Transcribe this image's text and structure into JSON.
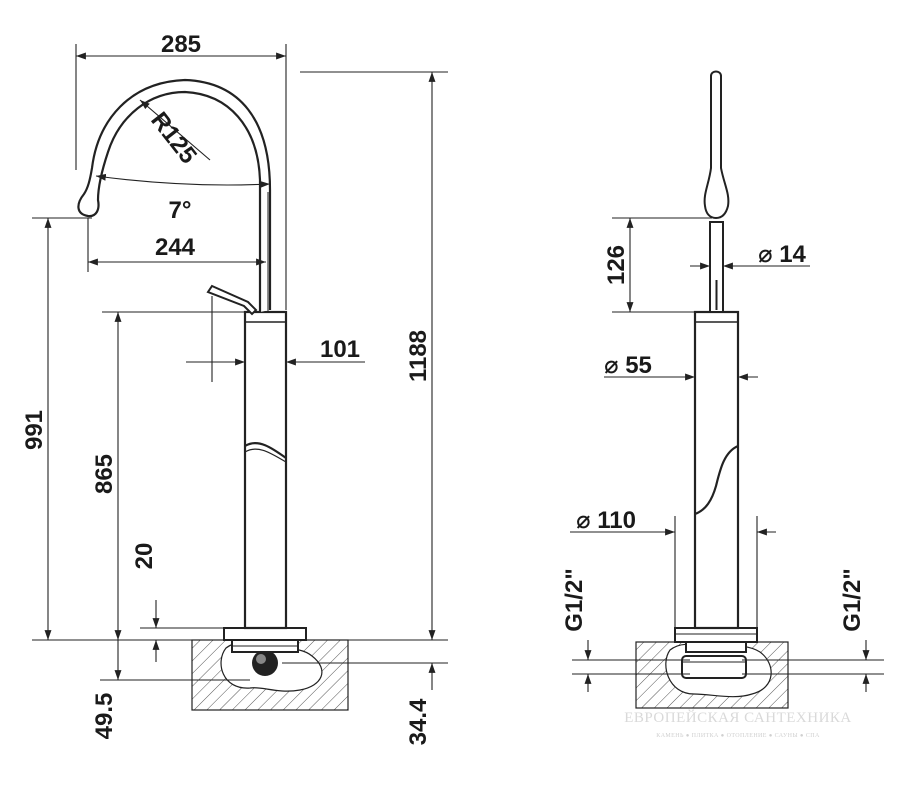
{
  "colors": {
    "ink": "#222222",
    "watermark": "#d6d6d6",
    "background": "#ffffff"
  },
  "side_view": {
    "dims": {
      "width_spout": "285",
      "radius": "R125",
      "angle": "7°",
      "reach": "244",
      "lever": "101",
      "total_height": "1188",
      "height_outlet": "991",
      "height_body": "865",
      "base_plate": "20",
      "bottom_left": "49.5",
      "bottom_right": "34.4"
    }
  },
  "front_view": {
    "dims": {
      "upper_length": "126",
      "dia_spout": "⌀ 14",
      "dia_body": "⌀ 55",
      "dia_base": "⌀ 110",
      "thread_left": "G1/2\"",
      "thread_right": "G1/2\""
    }
  },
  "watermark": {
    "line1": "ЕВРОПЕЙСКАЯ САНТЕХНИКА",
    "line2": "КАМЕНЬ ● ПЛИТКА ● ОТОПЛЕНИЕ ● САУНЫ ● СПА"
  }
}
